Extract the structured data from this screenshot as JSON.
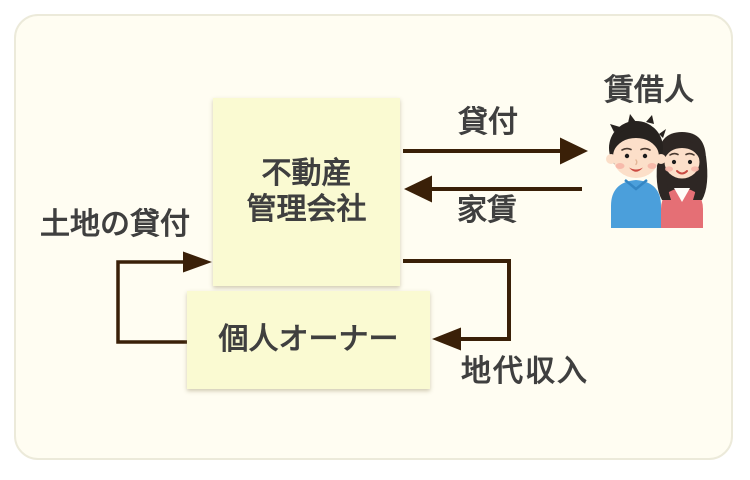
{
  "diagram": {
    "nodes": {
      "management_company": {
        "line1": "不動産",
        "line2": "管理会社"
      },
      "individual_owner": {
        "label": "個人オーナー"
      },
      "tenant": {
        "label": "賃借人"
      }
    },
    "edges": {
      "loan": {
        "label": "貸付",
        "direction": "company-to-tenant"
      },
      "rent": {
        "label": "家賃",
        "direction": "tenant-to-company"
      },
      "land_lease": {
        "label": "土地の貸付",
        "direction": "owner-to-company"
      },
      "land_rent_income": {
        "label": "地代収入",
        "direction": "company-to-owner"
      }
    },
    "colors": {
      "page_bg": "#ffffff",
      "card_bg": "#fffdf2",
      "card_border": "#eceada",
      "box_fill": "#fafad2",
      "arrow": "#3a2008",
      "text": "#3f3f3f",
      "man_sweater": "#4b9fdb",
      "woman_sweater": "#e56f75",
      "skin": "#fcdfc9",
      "hair": "#27221f"
    },
    "illustration": {
      "name": "tenant-couple"
    }
  }
}
